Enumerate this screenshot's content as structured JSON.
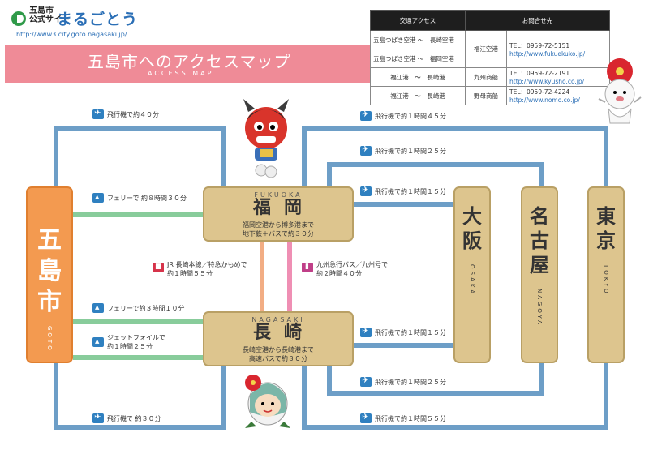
{
  "header": {
    "logo_text_1": "五島市",
    "logo_text_2": "公式サイト",
    "logo_name": "まるごとう",
    "url": "http://www3.city.goto.nagasaki.jp/",
    "title": "五島市へのアクセスマップ",
    "subtitle": "ACCESS MAP"
  },
  "table": {
    "headers": [
      "交通アクセス",
      "お問合せ先"
    ],
    "rows": [
      {
        "route": "五島つばき空港 〜　長崎空港",
        "name": "福江空港",
        "tel": "TEL：0959-72-5151",
        "url": "http://www.fukuekuko.jp/"
      },
      {
        "route": "五島つばき空港 〜　福岡空港",
        "name": "",
        "tel": "",
        "url": ""
      },
      {
        "route": "福江港　〜　長崎港",
        "name": "九州商船",
        "tel": "TEL：0959-72-2191",
        "url": "http://www.kyusho.co.jp/"
      },
      {
        "route": "福江港　〜　長崎港",
        "name": "野母商船",
        "tel": "TEL：0959-72-4224",
        "url": "http://www.nomo.co.jp/"
      }
    ]
  },
  "cities": {
    "goto": {
      "name": "五島市",
      "en": "GOTO"
    },
    "fukuoka": {
      "name": "福岡",
      "en": "FUKUOKA",
      "note1": "福岡空港から博多港まで",
      "note2": "地下鉄＋バスで約３０分"
    },
    "nagasaki": {
      "name": "長崎",
      "en": "NAGASAKI",
      "note1": "長崎空港から長崎港まで",
      "note2": "高速バスで約３０分"
    },
    "osaka": {
      "name": "大阪",
      "en": "OSAKA"
    },
    "nagoya": {
      "name": "名古屋",
      "en": "NAGOYA"
    },
    "tokyo": {
      "name": "東京",
      "en": "TOKYO"
    }
  },
  "routes": {
    "goto_fukuoka_air": "飛行機で約４０分",
    "goto_fukuoka_ferry": "フェリーで 約８時間３０分",
    "goto_nagasaki_ferry": "フェリーで約３時間１０分",
    "goto_nagasaki_jetfoil_1": "ジェットフォイルで",
    "goto_nagasaki_jetfoil_2": "約１時間２５分",
    "goto_nagasaki_air": "飛行機で 約３０分",
    "train_1": "JR 長崎本線／特急かもめで",
    "train_2": "約１時間５５分",
    "bus_1": "九州急行バス／九州号で",
    "bus_2": "約２時間４０分",
    "fukuoka_tokyo": "飛行機で約１時間４５分",
    "fukuoka_nagoya": "飛行機で約１時間２５分",
    "fukuoka_osaka": "飛行機で約１時間１５分",
    "nagasaki_osaka": "飛行機で約１時間１５分",
    "nagasaki_nagoya": "飛行機で約１時間２５分",
    "nagasaki_tokyo": "飛行機で約１時間５５分"
  },
  "colors": {
    "air_line": "#6d9ec7",
    "ferry_line": "#88cc9b",
    "train_line": "#f2ad84",
    "bus_line": "#ef8fb4",
    "banner": "#ef8b97",
    "goto_box": "#f39a50",
    "city_box": "#ddc58e"
  },
  "icons": [
    "plane-icon",
    "ship-icon",
    "train-icon",
    "bus-icon"
  ]
}
